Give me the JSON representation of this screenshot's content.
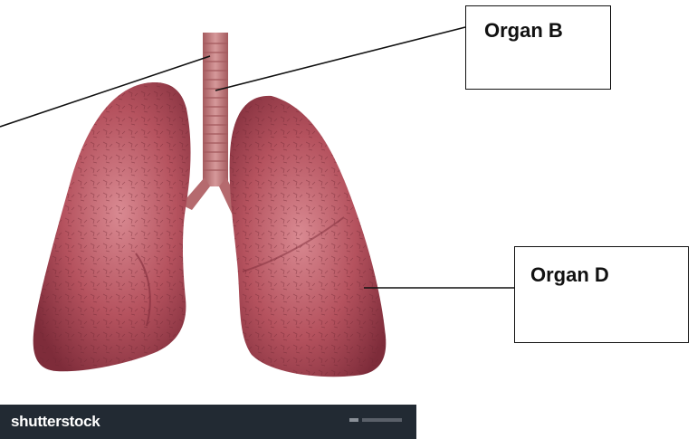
{
  "labels": {
    "organ_b": "Organ B",
    "organ_d": "Organ D"
  },
  "watermark": {
    "text": "shutterstock"
  },
  "colors": {
    "lung": "#b5525e",
    "lung_light": "#d98a92",
    "lung_dark": "#7e2c3a",
    "trachea": "#c98586",
    "trachea_ring": "#a45a5e",
    "line": "#111111",
    "bar": "#222a33"
  }
}
